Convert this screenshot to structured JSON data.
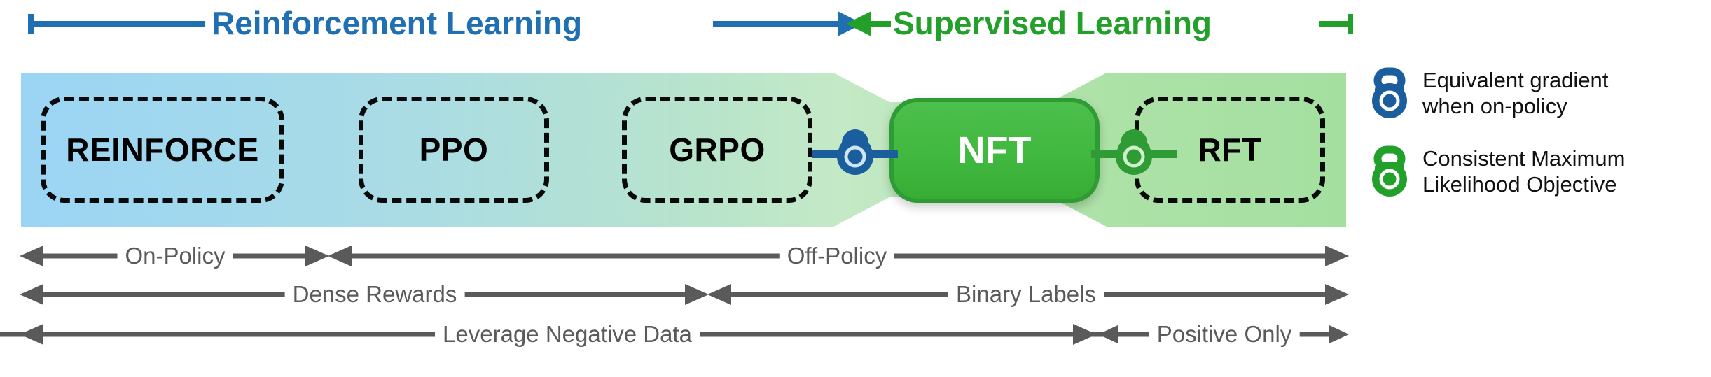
{
  "header": {
    "left": {
      "label": "Reinforcement Learning",
      "color": "#1F6FB2"
    },
    "right": {
      "label": "Supervised Learning",
      "color": "#22A02A"
    }
  },
  "band": {
    "start_color": "#9BD5F5",
    "mid_color": "#BDE5CF",
    "end_color": "#A4DFA0"
  },
  "methods": [
    {
      "label": "REINFORCE",
      "style": "dashed"
    },
    {
      "label": "PPO",
      "style": "dashed"
    },
    {
      "label": "GRPO",
      "style": "dashed"
    },
    {
      "label": "NFT",
      "style": "solid-filled",
      "fill": "#41B83F"
    },
    {
      "label": "RFT",
      "style": "dashed"
    }
  ],
  "locks": [
    {
      "name": "lock-blue",
      "color": "#1B5E9E",
      "links": "GRPO-NFT"
    },
    {
      "name": "lock-green",
      "color": "#2E9B34",
      "links": "NFT-RFT"
    }
  ],
  "legend": [
    {
      "icon": "lock-icon",
      "color": "#1B5E9E",
      "text": "Equivalent gradient\nwhen on-policy"
    },
    {
      "icon": "lock-icon",
      "color": "#22A02A",
      "text": "Consistent Maximum\nLikelihood Objective"
    }
  ],
  "axes": [
    {
      "left": "On-Policy",
      "right": "Off-Policy"
    },
    {
      "left": "Dense Rewards",
      "right": "Binary Labels"
    },
    {
      "left": "Leverage Negative Data",
      "right": "Positive Only"
    }
  ],
  "axis_color": "#5A5A5A"
}
